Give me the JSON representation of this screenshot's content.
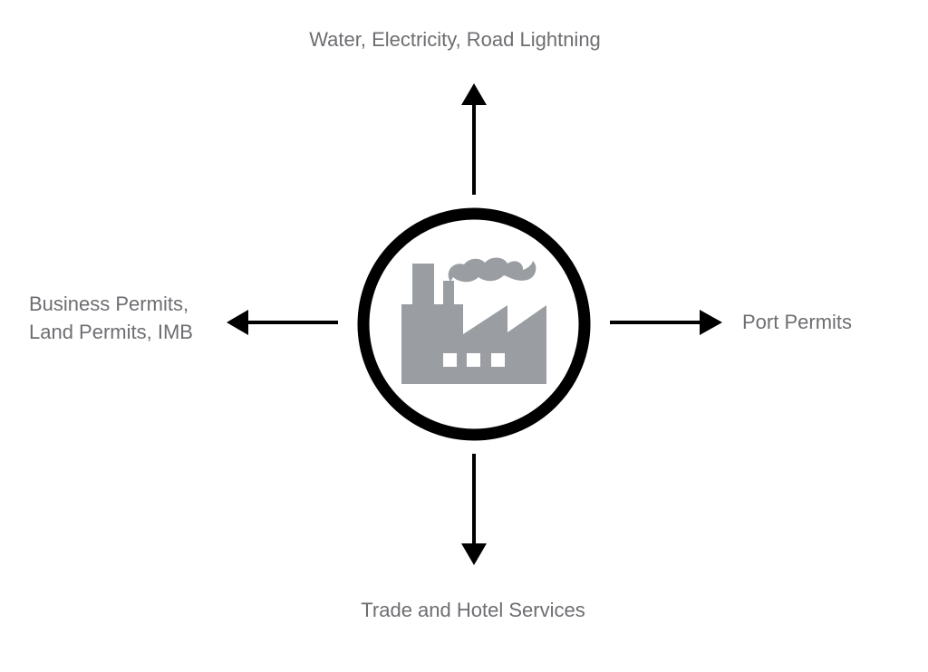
{
  "diagram": {
    "center": {
      "icon": "factory-icon"
    },
    "labels": {
      "top": "Water, Electricity, Road Lightning",
      "left_line1": "Business Permits,",
      "left_line2": "Land Permits, IMB",
      "right": "Port Permits",
      "bottom": "Trade and Hotel Services"
    },
    "colors": {
      "arrow": "#000000",
      "icon": "#9a9ea3",
      "text": "#6d6e71"
    }
  }
}
